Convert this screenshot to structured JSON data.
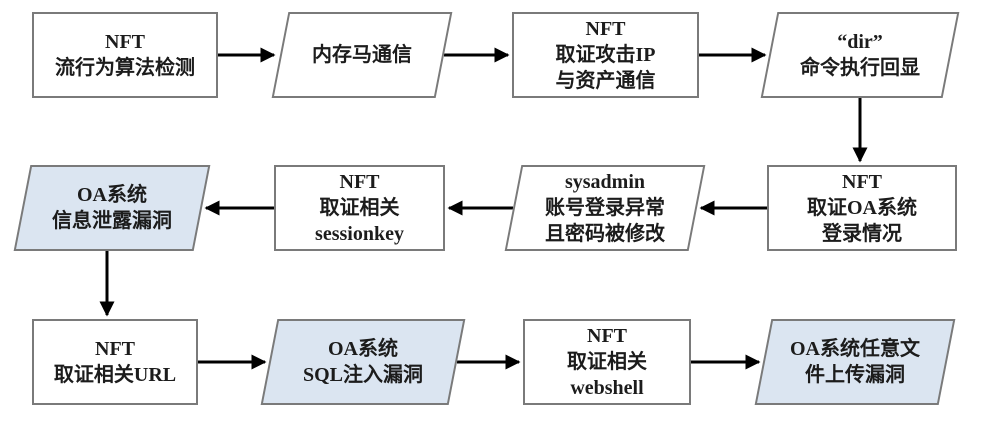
{
  "diagram": {
    "title": "NFT forensic analysis flowchart",
    "colors": {
      "background": "#ffffff",
      "node_fill_white": "#ffffff",
      "node_fill_blue": "#dbe5f1",
      "node_border": "#7a7a7a",
      "arrow": "#000000",
      "text": "#1c1c1c"
    },
    "nodes": [
      {
        "id": "nft-flow-behavior-detection",
        "shape": "rectangle",
        "fill": "white",
        "lines": [
          "NFT",
          "流行为算法检测"
        ]
      },
      {
        "id": "memory-shell-communication",
        "shape": "parallelogram",
        "fill": "white",
        "lines": [
          "内存马通信"
        ]
      },
      {
        "id": "nft-forensic-attack-ip",
        "shape": "rectangle",
        "fill": "white",
        "lines": [
          "NFT",
          "取证攻击IP",
          "与资产通信"
        ]
      },
      {
        "id": "dir-command-echo",
        "shape": "parallelogram",
        "fill": "white",
        "lines": [
          "“dir”",
          "命令执行回显"
        ]
      },
      {
        "id": "nft-forensic-oa-login",
        "shape": "rectangle",
        "fill": "white",
        "lines": [
          "NFT",
          "取证OA系统",
          "登录情况"
        ]
      },
      {
        "id": "sysadmin-login-anomaly",
        "shape": "parallelogram",
        "fill": "white",
        "lines": [
          "sysadmin",
          "账号登录异常",
          "且密码被修改"
        ]
      },
      {
        "id": "nft-forensic-sessionkey",
        "shape": "rectangle",
        "fill": "white",
        "lines": [
          "NFT",
          "取证相关",
          "sessionkey"
        ]
      },
      {
        "id": "oa-info-leak-vuln",
        "shape": "parallelogram",
        "fill": "blue",
        "lines": [
          "OA系统",
          "信息泄露漏洞"
        ]
      },
      {
        "id": "nft-forensic-url",
        "shape": "rectangle",
        "fill": "white",
        "lines": [
          "NFT",
          "取证相关URL"
        ]
      },
      {
        "id": "oa-sql-injection-vuln",
        "shape": "parallelogram",
        "fill": "blue",
        "lines": [
          "OA系统",
          "SQL注入漏洞"
        ]
      },
      {
        "id": "nft-forensic-webshell",
        "shape": "rectangle",
        "fill": "white",
        "lines": [
          "NFT",
          "取证相关",
          "webshell"
        ]
      },
      {
        "id": "oa-file-upload-vuln",
        "shape": "parallelogram",
        "fill": "blue",
        "lines": [
          "OA系统任意文",
          "件上传漏洞"
        ]
      }
    ]
  }
}
